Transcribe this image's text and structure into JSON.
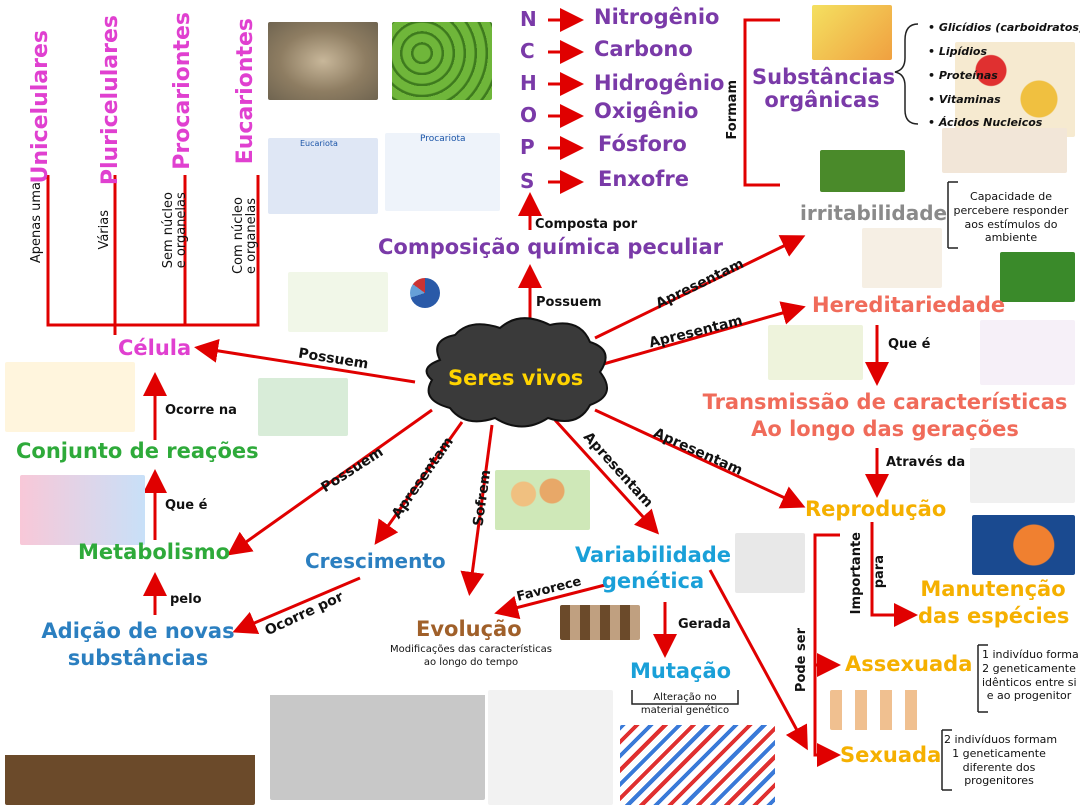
{
  "center": {
    "label": "Seres vivos"
  },
  "cells": {
    "title": "Célula",
    "types": [
      "Unicelulares",
      "Pluricelulares",
      "Procariontes",
      "Eucariontes"
    ],
    "sublabels": [
      "Apenas uma",
      "Várias",
      "Sem núcleo\ne organelas",
      "Com núcleo\ne organelas"
    ],
    "diagram_labels": {
      "eucariota": "Eucariota",
      "procariota": "Procariota"
    }
  },
  "chem": {
    "title": "Composição química peculiar",
    "link": "Composta por",
    "elements": [
      {
        "symbol": "N",
        "name": "Nitrogênio"
      },
      {
        "symbol": "C",
        "name": "Carbono"
      },
      {
        "symbol": "H",
        "name": "Hidrogênio"
      },
      {
        "symbol": "O",
        "name": "Oxigênio"
      },
      {
        "symbol": "P",
        "name": "Fósforo"
      },
      {
        "symbol": "S",
        "name": "Enxofre"
      }
    ]
  },
  "organic": {
    "title": "Substâncias\norgânicas",
    "link": "Formam",
    "items": [
      "• Glicídios (carboidratos)",
      "• Lipídios",
      "• Proteínas",
      "• Vitaminas",
      "• Ácidos Nucleicos"
    ]
  },
  "irrit": {
    "title": "irritabilidade",
    "desc": "Capacidade de\npercebere responder\naos estímulos do\nambiente"
  },
  "hered": {
    "title": "Hereditariedade",
    "link": "Que é",
    "transmission": "Transmissão de características\nAo longo das gerações",
    "through": "Através da"
  },
  "repro": {
    "title": "Reprodução",
    "important": "Importante",
    "para": "para",
    "maint": "Manutenção\ndas espécies",
    "pode": "Pode ser",
    "asex": "Assexuada",
    "asex_desc": "1 indivíduo forma\n2 geneticamente\nidênticos entre si\ne ao progenitor",
    "sex": "Sexuada",
    "sex_desc": "2 indivíduos formam\n1 geneticamente\ndiferente dos\nprogenitores"
  },
  "variab": {
    "title": "Variabilidade\ngenética",
    "favor": "Favorece",
    "gerada": "Gerada"
  },
  "mutation": {
    "title": "Mutação",
    "desc": "Alteração no\nmaterial genético"
  },
  "evolution": {
    "title": "Evolução",
    "desc": "Modificações das características\nao longo do tempo"
  },
  "growth": {
    "title": "Crescimento",
    "link": "Ocorre por"
  },
  "adicao": {
    "title": "Adição de novas\nsubstâncias",
    "link": "pelo"
  },
  "metab": {
    "title": "Metabolismo",
    "link": "Que é"
  },
  "reacoes": {
    "title": "Conjunto de reações",
    "link": "Ocorre na"
  },
  "links": {
    "possuem_cell": "Possuem",
    "possuem_chem": "Possuem",
    "apresentam_irrit": "Apresentam",
    "apresentam_hered": "Apresentam",
    "apresentam_repro": "Apresentam",
    "apresentam_var": "Apresentam",
    "sofrem": "Sofrem",
    "apresentam_cresc": "Apresentam",
    "possuem_metab": "Possuem"
  },
  "colors": {
    "arrow": "#e00000",
    "magenta": "#e040d0",
    "purple": "#7a3aa8",
    "red_salmon": "#f06b5a",
    "orange": "#f5b000",
    "green": "#2eaa3a",
    "blue": "#2b7fc0",
    "cyan": "#1aa0d8",
    "brown": "#a0602a",
    "grey": "#8a8a8a",
    "cloud": "#3a3a3a",
    "cloud_text": "#ffd400"
  }
}
